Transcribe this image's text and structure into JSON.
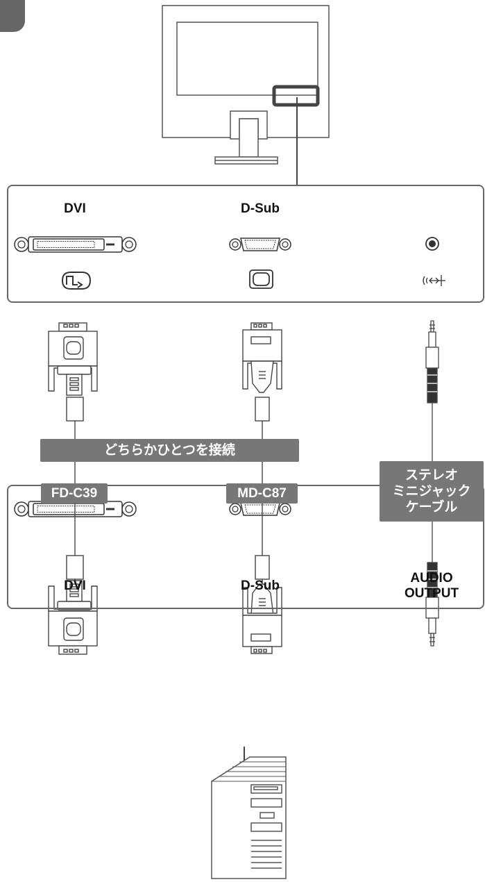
{
  "top_panel": {
    "dvi_label": "DVI",
    "dsub_label": "D-Sub"
  },
  "bottom_panel": {
    "dvi_label": "DVI",
    "dsub_label": "D-Sub",
    "audio_label_line1": "AUDIO",
    "audio_label_line2": "OUTPUT"
  },
  "cables": {
    "choose_one": "どちらかひとつを接続",
    "dvi_cable": "FD-C39",
    "dsub_cable": "MD-C87",
    "audio_cable_line1": "ステレオ",
    "audio_cable_line2": "ミニジャック",
    "audio_cable_line3": "ケーブル"
  },
  "colors": {
    "tag_bg": "#777777",
    "panel_border": "#666666",
    "line": "#333333"
  },
  "icons": [
    "monitor-icon",
    "dvi-port-icon",
    "dsub-port-icon",
    "audio-jack-icon",
    "dvi-signal-icon",
    "analog-signal-icon",
    "audio-symbol-icon",
    "computer-tower-icon"
  ]
}
